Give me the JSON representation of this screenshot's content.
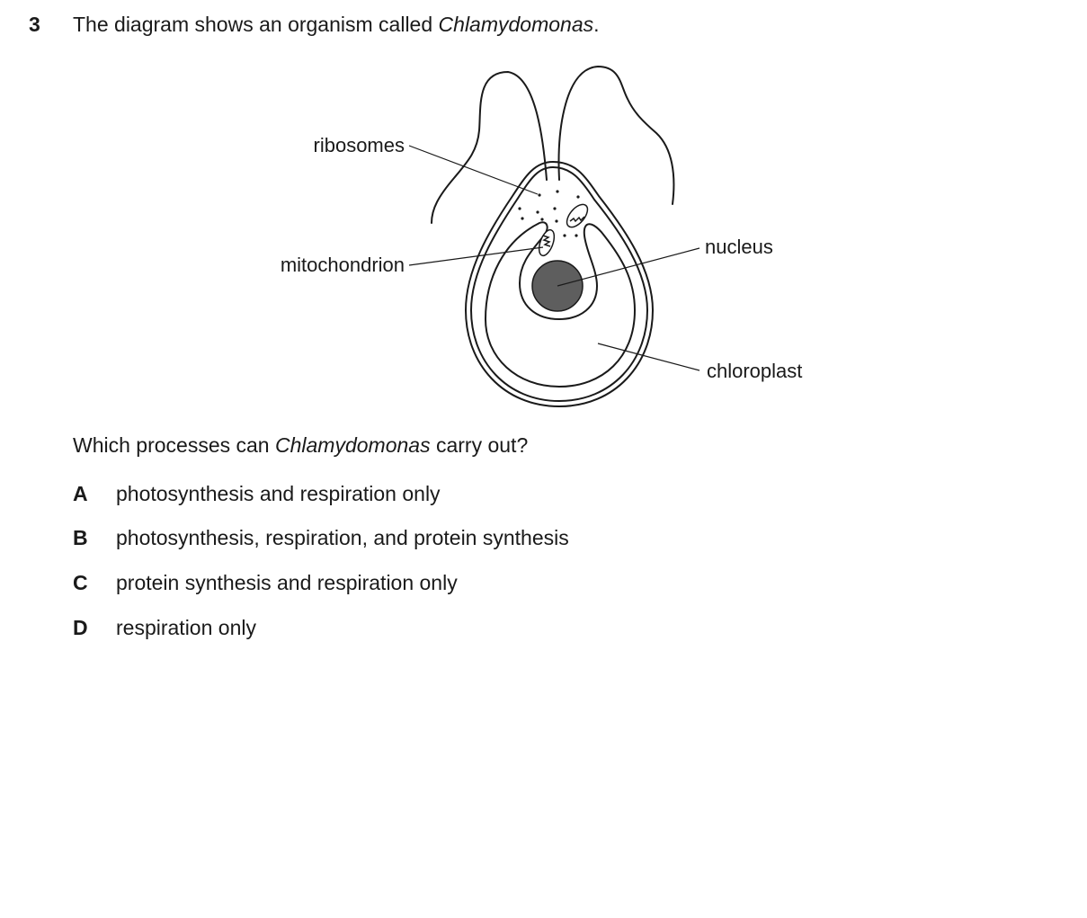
{
  "question": {
    "number": "3",
    "stem_before": "The diagram shows an organism called ",
    "stem_organism": "Chlamydomonas",
    "stem_after": ".",
    "prompt_before": "Which processes can ",
    "prompt_organism": "Chlamydomonas",
    "prompt_after": " carry out?"
  },
  "diagram": {
    "labels": {
      "ribosomes": "ribosomes",
      "mitochondrion": "mitochondrion",
      "nucleus": "nucleus",
      "chloroplast": "chloroplast"
    }
  },
  "options": [
    {
      "letter": "A",
      "text": "photosynthesis and respiration only"
    },
    {
      "letter": "B",
      "text": "photosynthesis, respiration, and protein synthesis"
    },
    {
      "letter": "C",
      "text": "protein synthesis and respiration only"
    },
    {
      "letter": "D",
      "text": "respiration only"
    }
  ]
}
